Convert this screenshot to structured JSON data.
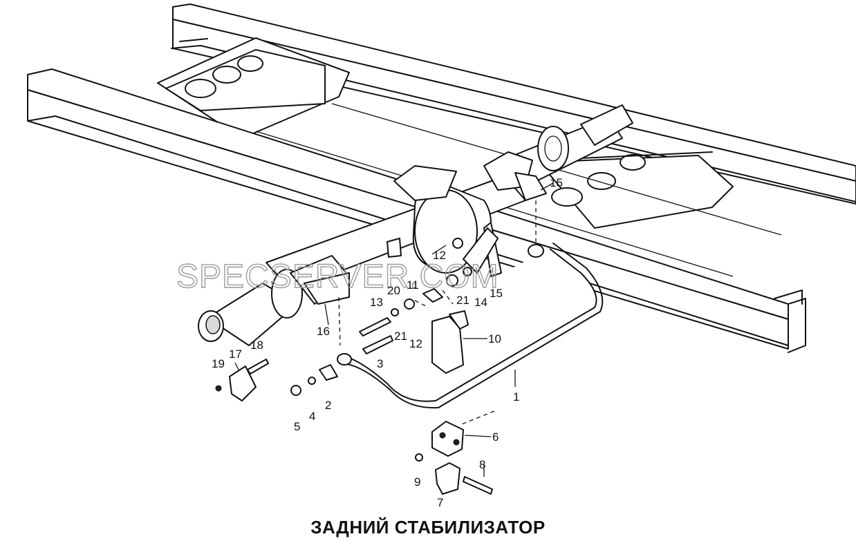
{
  "title": "ЗАДНИЙ СТАБИЛИЗАТОР",
  "watermark": "SPECSERVER.COM",
  "callouts": {
    "c1": "1",
    "c2": "2",
    "c3": "3",
    "c4": "4",
    "c5": "5",
    "c6": "6",
    "c7": "7",
    "c8": "8",
    "c9": "9",
    "c10": "10",
    "c11": "11",
    "c12a": "12",
    "c12b": "12",
    "c13": "13",
    "c14": "14",
    "c15a": "15",
    "c15b": "15",
    "c16": "16",
    "c17": "17",
    "c18": "18",
    "c19": "19",
    "c20": "20",
    "c21a": "21",
    "c21b": "21"
  },
  "colors": {
    "line": "#111111",
    "watermark": "#9a9a9a",
    "background": "#ffffff"
  }
}
